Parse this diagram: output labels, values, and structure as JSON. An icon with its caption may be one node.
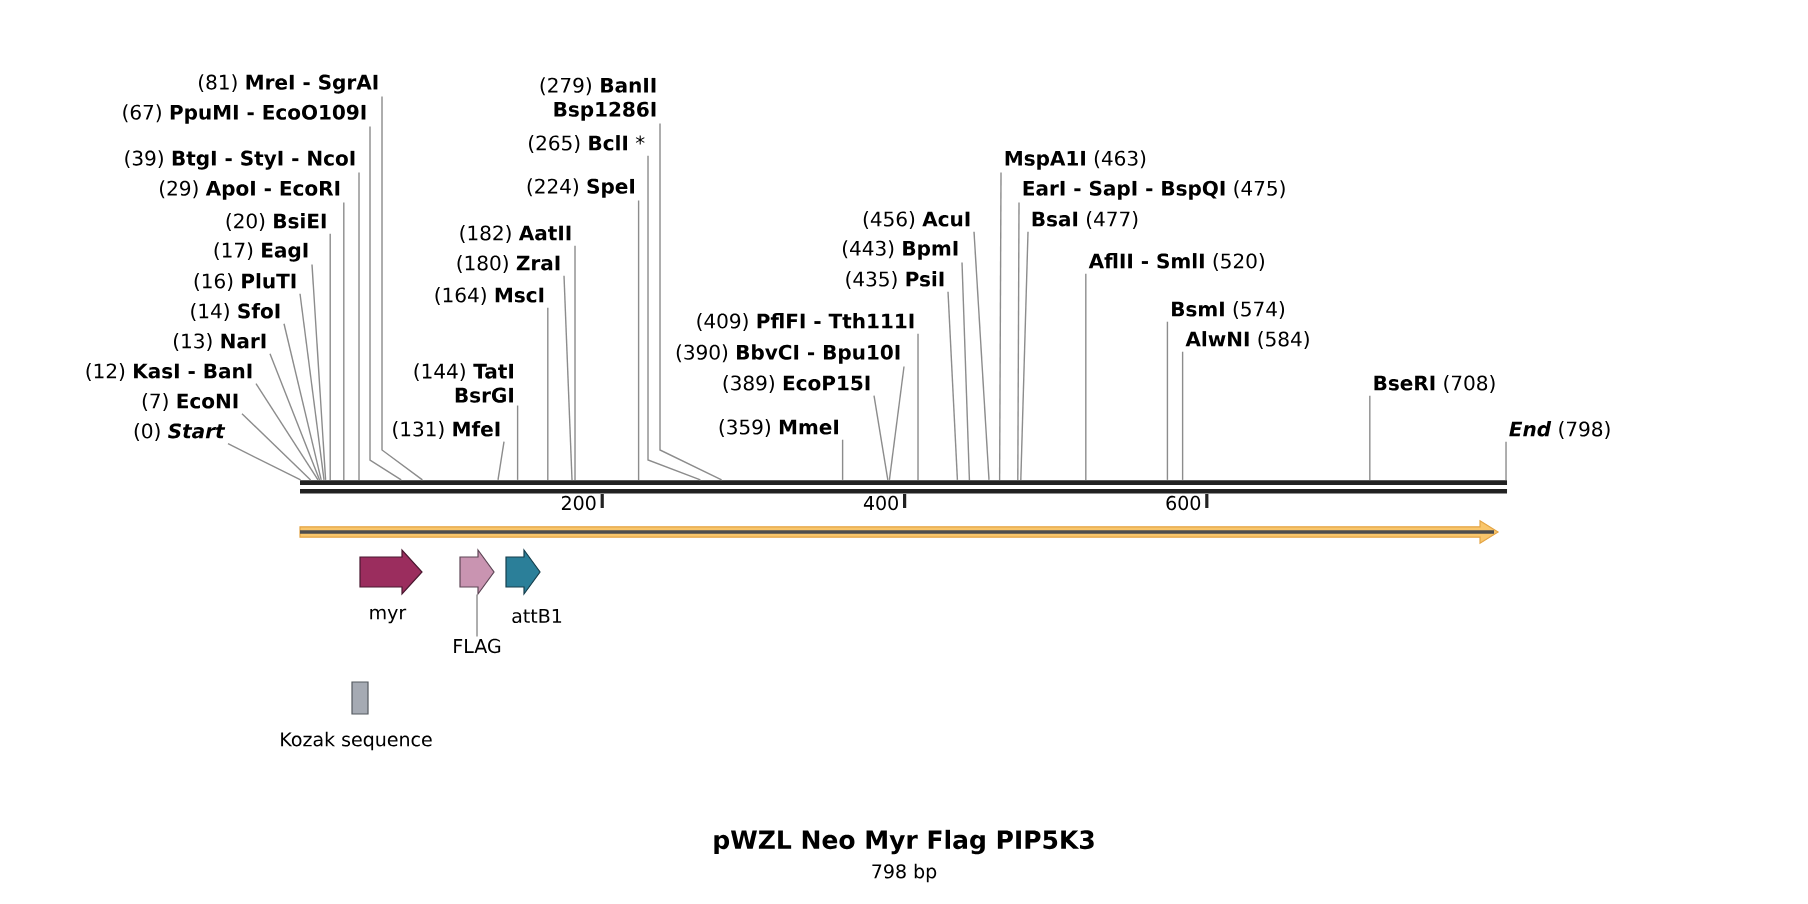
{
  "diagram": {
    "title": "pWZL Neo Myr Flag PIP5K3",
    "nodes": [
      {
        "text": [
          "(81) **MreI - SgrAI**"
        ]
      },
      {
        "text": [
          "(67) **PpuMI - EcoO109I**"
        ]
      },
      {
        "text": [
          "(39) **BtgI - StyI - NcoI**"
        ]
      },
      {
        "text": [
          "(29) **ApoI - EcoRI**"
        ]
      },
      {
        "text": [
          "(20) **BsiEI**"
        ]
      },
      {
        "text": [
          "(17) **EagI**"
        ]
      },
      {
        "text": [
          "(16) **PluTI**"
        ]
      },
      {
        "text": [
          "(14) **SfoI**"
        ]
      },
      {
        "text": [
          "(13) **NarI**"
        ]
      },
      {
        "text": [
          "(12) **KasI - BanI**"
        ]
      },
      {
        "text": [
          "(7) **EcoNI**"
        ]
      },
      {
        "text": [
          "(0) **Start**"
        ]
      },
      {
        "text": [
          "(182) **AatII**"
        ]
      },
      {
        "text": [
          "(180) **ZraI**"
        ]
      },
      {
        "text": [
          "(164) **MscI**"
        ]
      },
      {
        "text": [
          "(144) **TatI BsrGI**"
        ]
      },
      {
        "text": [
          "(131) **MfeI**"
        ]
      },
      {
        "text": [
          "(224) **SpeI**"
        ]
      },
      {
        "text": [
          "(265) **BclI** *"
        ]
      },
      {
        "text": [
          "(279) **BanII Bsp1286I**"
        ]
      },
      {
        "text": [
          "(409) **PflFI - Tth111I**"
        ]
      },
      {
        "text": [
          "(390) **BbvCI - Bpu10I**"
        ]
      },
      {
        "text": [
          "(389) **EcoP15I**"
        ]
      },
      {
        "text": [
          "(359) **MmeI**"
        ]
      },
      {
        "text": [
          "(435) **PsiI**"
        ]
      },
      {
        "text": [
          "(443) **BpmI**"
        ]
      },
      {
        "text": [
          "(456) **AcuI**"
        ]
      },
      {
        "text": [
          "**MspA1I** (463)"
        ]
      },
      {
        "text": [
          "**EarI - SapI - BspQI** (475)"
        ]
      },
      {
        "text": [
          "**BsaI** (477)"
        ]
      },
      {
        "text": [
          "**AflII - SmlI** (520)"
        ]
      },
      {
        "text": [
          "**BsmI** (574)"
        ]
      },
      {
        "text": [
          "**AlwNI** (584)"
        ]
      },
      {
        "text": [
          "**BseRI** (708)"
        ]
      },
      {
        "text": [
          "**End** (798)"
        ]
      },
      {
        "text": [],
        "shape": "bar"
      },
      {
        "text": [],
        "shape": "arrow"
      },
      {
        "text": [
          "myr"
        ]
      },
      {
        "text": [],
        "shape": "arrow"
      },
      {
        "text": [
          "attB1"
        ]
      },
      {
        "text": [
          "FLAG"
        ]
      },
      {
        "text": [
          "Kozak sequence"
        ]
      }
    ],
    "edges": [
      {
        "from": 0,
        "to": 35,
        "arrow": "none"
      },
      {
        "from": 1,
        "to": 35,
        "arrow": "none"
      },
      {
        "from": 2,
        "to": 35,
        "arrow": "none"
      },
      {
        "from": 3,
        "to": 35,
        "arrow": "none"
      },
      {
        "from": 4,
        "to": 35,
        "arrow": "none"
      },
      {
        "from": 5,
        "to": 35,
        "arrow": "none"
      },
      {
        "from": 6,
        "to": 35,
        "arrow": "none"
      },
      {
        "from": 7,
        "to": 35,
        "arrow": "none"
      },
      {
        "from": 8,
        "to": 35,
        "arrow": "none"
      },
      {
        "from": 9,
        "to": 35,
        "arrow": "none"
      },
      {
        "from": 10,
        "to": 35,
        "arrow": "none"
      },
      {
        "from": 11,
        "to": 35,
        "arrow": "none"
      },
      {
        "from": 12,
        "to": 35,
        "arrow": "none"
      },
      {
        "from": 13,
        "to": 35,
        "arrow": "none"
      },
      {
        "from": 14,
        "to": 35,
        "arrow": "none"
      },
      {
        "from": 15,
        "to": 35,
        "arrow": "none"
      },
      {
        "from": 16,
        "to": 35,
        "arrow": "none"
      },
      {
        "from": 17,
        "to": 35,
        "arrow": "none"
      },
      {
        "from": 18,
        "to": 35,
        "arrow": "none"
      },
      {
        "from": 19,
        "to": 35,
        "arrow": "none"
      },
      {
        "from": 20,
        "to": 35,
        "arrow": "none"
      },
      {
        "from": 21,
        "to": 35,
        "arrow": "none"
      },
      {
        "from": 22,
        "to": 35,
        "arrow": "none"
      },
      {
        "from": 23,
        "to": 35,
        "arrow": "none"
      },
      {
        "from": 24,
        "to": 35,
        "arrow": "none"
      },
      {
        "from": 25,
        "to": 35,
        "arrow": "none"
      },
      {
        "from": 26,
        "to": 35,
        "arrow": "none"
      },
      {
        "from": 27,
        "to": 35,
        "arrow": "none"
      },
      {
        "from": 28,
        "to": 35,
        "arrow": "none"
      },
      {
        "from": 29,
        "to": 35,
        "arrow": "none"
      },
      {
        "from": 30,
        "to": 35,
        "arrow": "none"
      },
      {
        "from": 31,
        "to": 35,
        "arrow": "none"
      },
      {
        "from": 32,
        "to": 35,
        "arrow": "none"
      },
      {
        "from": 33,
        "to": 35,
        "arrow": "none"
      },
      {
        "from": 34,
        "to": 35,
        "arrow": "none"
      },
      {
        "from": 40,
        "to": 38,
        "arrow": "none"
      }
    ],
    "labels": [
      "200",
      "400",
      "600",
      "798 bp"
    ]
  }
}
